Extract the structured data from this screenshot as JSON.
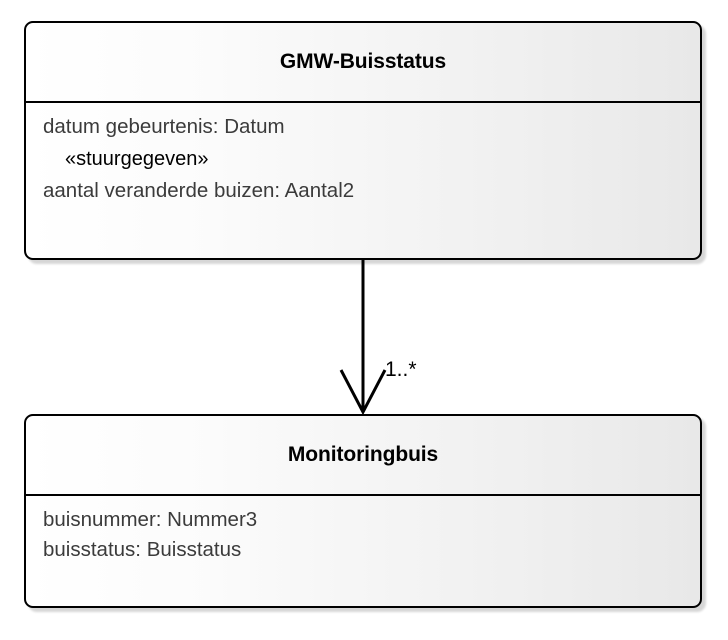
{
  "diagram": {
    "type": "uml-class-diagram",
    "background_color": "#ffffff",
    "border_color": "#000000",
    "classes": [
      {
        "name": "GMW-Buisstatus",
        "attributes": [
          {
            "text": "datum gebeurtenis: Datum",
            "kind": "attribute"
          },
          {
            "text": "«stuurgegeven»",
            "kind": "stereotype"
          },
          {
            "text": "aantal veranderde buizen: Aantal2",
            "kind": "attribute"
          }
        ]
      },
      {
        "name": "Monitoringbuis",
        "attributes": [
          {
            "text": "buisnummer: Nummer3",
            "kind": "attribute"
          },
          {
            "text": "buisstatus: Buisstatus",
            "kind": "attribute"
          }
        ]
      }
    ],
    "association": {
      "source": "GMW-Buisstatus",
      "target": "Monitoringbuis",
      "arrow_style": "open-arrowhead",
      "direction": "down",
      "target_multiplicity": "1..*"
    }
  }
}
